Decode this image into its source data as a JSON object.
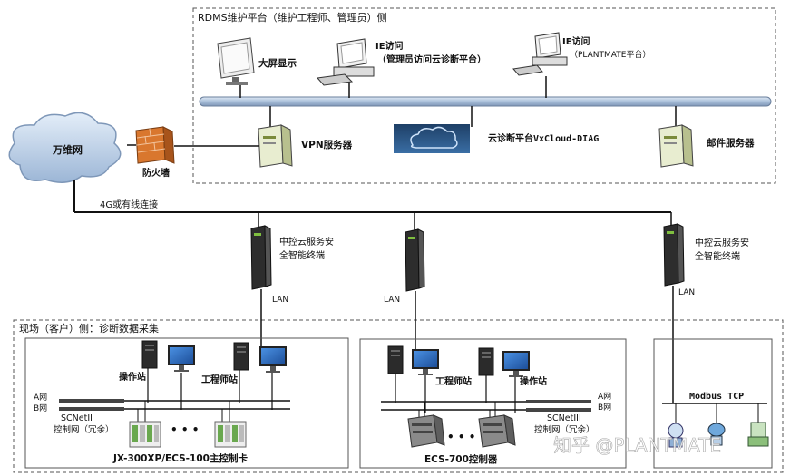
{
  "top_zone": {
    "title": "RDMS维护平台（维护工程师、管理员）侧"
  },
  "bottom_zone": {
    "title": "现场（客户）侧：诊断数据采集"
  },
  "monitor_label": "大屏显示",
  "ie1": {
    "line1": "IE访问",
    "line2": "（管理员访问云诊断平台）"
  },
  "ie2": {
    "line1": "IE访问",
    "line2": "（PLANTMATE平台）"
  },
  "vpn_label": "VPN服务器",
  "cloud_platform_label": "云诊断平台VxCloud-DIAG",
  "mail_label": "邮件服务器",
  "internet_label": "万维网",
  "firewall_label": "防火墙",
  "link_label": "4G或有线连接",
  "terminal_label_line1": "中控云服务安",
  "terminal_label_line2": "全智能终端",
  "lan_label": "LAN",
  "left_site": {
    "operator_label": "操作站",
    "engineer_label": "工程师站",
    "net_a": "A网",
    "net_b": "B网",
    "net_name_line1": "SCNetII",
    "net_name_line2": "控制网（冗余）",
    "dots": "• • •",
    "controller_label": "JX-300XP/ECS-100主控制卡"
  },
  "mid_site": {
    "engineer_label": "工程师站",
    "operator_label": "操作站",
    "net_a": "A网",
    "net_b": "B网",
    "net_name_line1": "SCNetIII",
    "net_name_line2": "控制网（冗余）",
    "dots": "• • •",
    "controller_label": "ECS-700控制器"
  },
  "right_site": {
    "bus_label": "Modbus TCP"
  },
  "watermark": "知乎 @PLANTMATE"
}
